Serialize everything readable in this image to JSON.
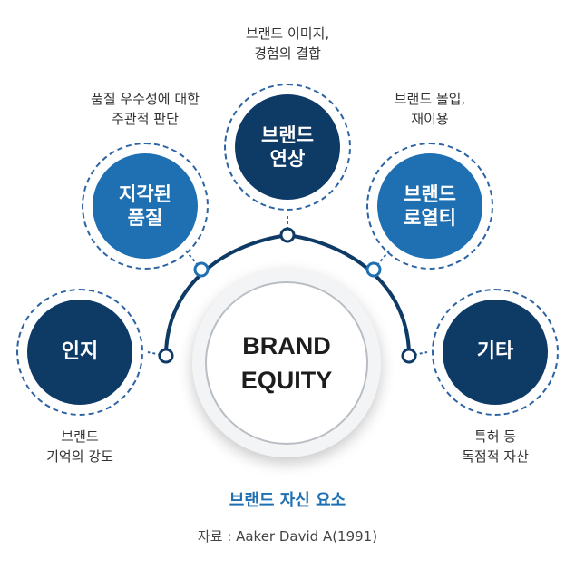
{
  "center": {
    "line1": "BRAND",
    "line2": "EQUITY"
  },
  "elements": [
    {
      "id": "awareness",
      "label_lines": [
        "인지"
      ],
      "caption_lines": [
        "브랜드",
        "기억의 강도"
      ]
    },
    {
      "id": "perceived-quality",
      "label_lines": [
        "지각된",
        "품질"
      ],
      "caption_lines": [
        "품질 우수성에 대한",
        "주관적 판단"
      ]
    },
    {
      "id": "association",
      "label_lines": [
        "브랜드",
        "연상"
      ],
      "caption_lines": [
        "브랜드 이미지,",
        "경험의 결합"
      ]
    },
    {
      "id": "loyalty",
      "label_lines": [
        "브랜드",
        "로열티"
      ],
      "caption_lines": [
        "브랜드 몰입,",
        "재이용"
      ]
    },
    {
      "id": "other",
      "label_lines": [
        "기타"
      ],
      "caption_lines": [
        "특허 등",
        "독점적 자산"
      ]
    }
  ],
  "title": "브랜드 자신 요소",
  "source": "자료 : Aaker David A(1991)",
  "colors": {
    "dark_navy": "#0e3a66",
    "blue": "#1f6fb3",
    "title_blue": "#1f6fb3"
  }
}
